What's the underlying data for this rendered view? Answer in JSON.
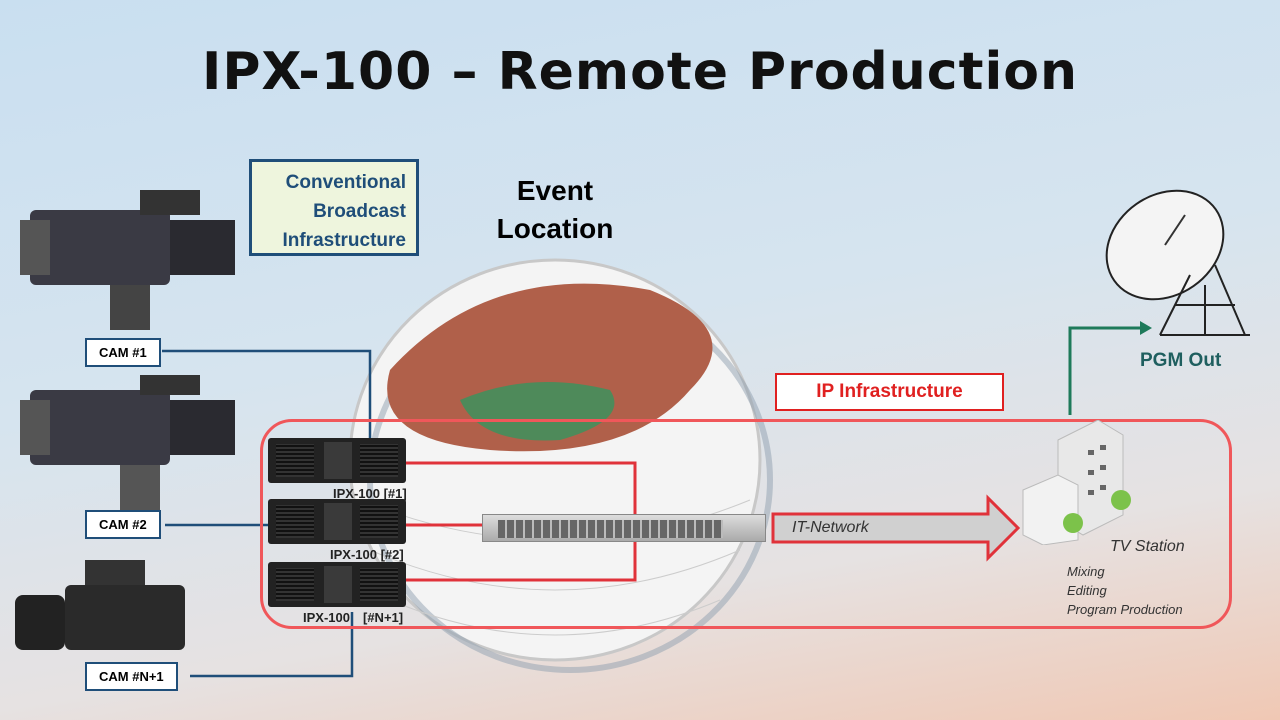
{
  "title": "IPX-100 – Remote Production",
  "conventional": [
    "Conventional",
    "Broadcast",
    "Infrastructure"
  ],
  "event_location": [
    "Event",
    "Location"
  ],
  "cameras": [
    "CAM #1",
    "CAM #2",
    "CAM #N+1"
  ],
  "ip_infrastructure": "IP Infrastructure",
  "units": [
    "IPX-100 [#1]",
    "IPX-100 [#2]",
    "IPX-100",
    "[#N+1]"
  ],
  "it_network": "IT-Network",
  "tv_station": {
    "label": "TV Station",
    "tasks": [
      "Mixing",
      "Editing",
      "Program Production"
    ]
  },
  "pgm_out": "PGM Out",
  "colors": {
    "blue_line": "#1f4e79",
    "red": "#e02020",
    "green": "#1e7a5a"
  }
}
